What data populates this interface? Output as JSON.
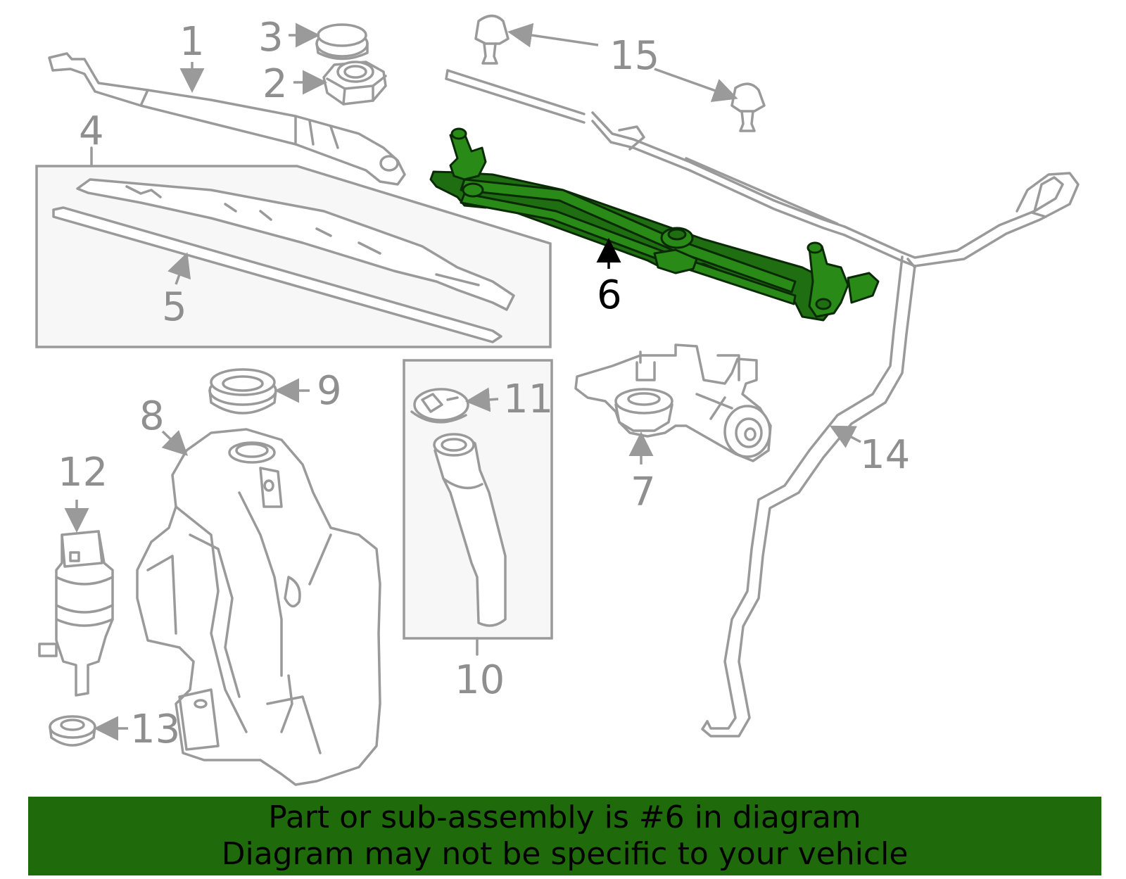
{
  "callouts": {
    "c1": "1",
    "c2": "2",
    "c3": "3",
    "c4": "4",
    "c5": "5",
    "c6": "6",
    "c7": "7",
    "c8": "8",
    "c9": "9",
    "c10": "10",
    "c11": "11",
    "c12": "12",
    "c13": "13",
    "c14": "14",
    "c15": "15"
  },
  "highlight_part": "6",
  "colors": {
    "highlight": "#1f6f12",
    "banner": "#1f6b0c",
    "line": "#9a9a9a"
  },
  "footer": {
    "line1": "Part or sub-assembly is #6 in diagram",
    "line2": "Diagram may not be specific to your vehicle"
  }
}
